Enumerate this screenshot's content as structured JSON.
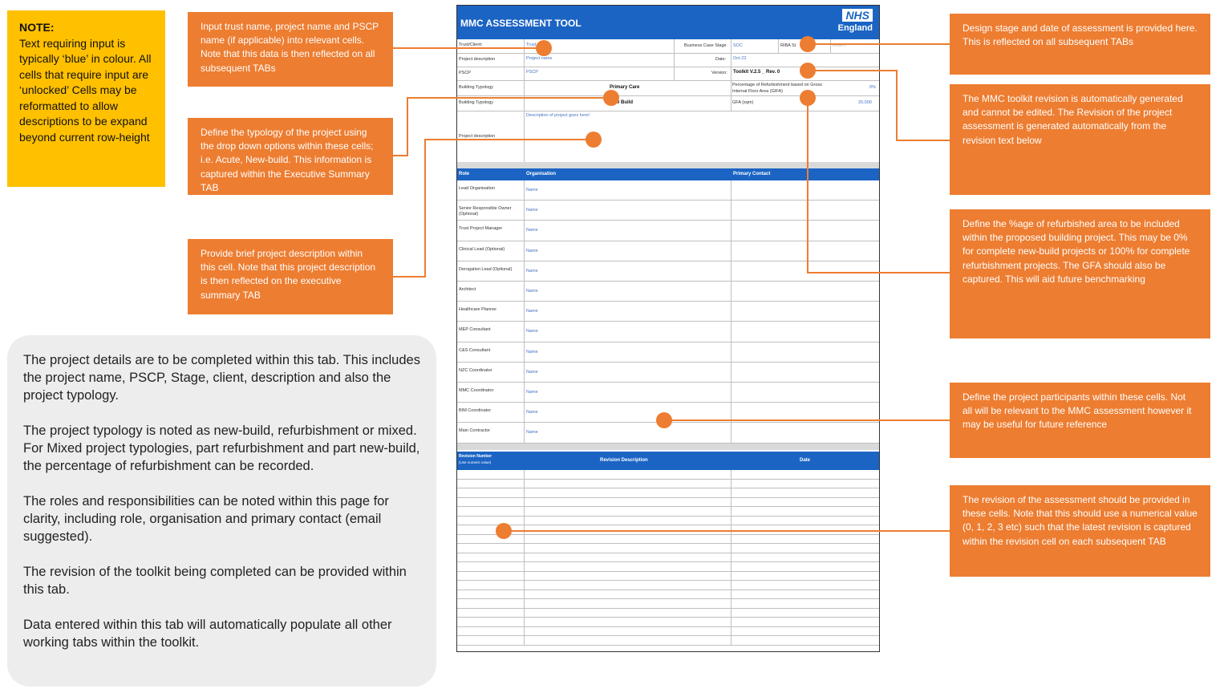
{
  "note": {
    "title": "NOTE:",
    "body": "Text requiring input is typically ‘blue’ in colour. All cells that require input are ‘unlocked’ Cells may be reformatted to allow descriptions to be expand beyond current row-height"
  },
  "callouts": {
    "trust": "Input trust name, project name and PSCP name (if applicable) into relevant cells. Note that this data is then reflected on all subsequent TABs",
    "typology": "Define the typology of the project using the drop down options within these cells; i.e. Acute, New-build. This information is captured within the Executive Summary TAB",
    "description": "Provide brief project description within this cell. Note that this project description is then reflected on the executive summary TAB",
    "design_stage": "Design stage and date of assessment is provided here. This is reflected on all subsequent TABs",
    "revision_auto": "The MMC toolkit revision is automatically generated and cannot be edited. The Revision of the project assessment is generated automatically from the revision text below",
    "refurb": "Define the %age of refurbished area to be included within the proposed building project. This may be 0% for complete new-build projects or 100% for complete refurbishment projects. The GFA should also be captured. This will aid future benchmarking",
    "participants": "Define the project participants within these cells. Not all will be relevant to the MMC assessment however it may be useful for future reference",
    "revision_cells": "The revision of the assessment should be provided in these cells. Note that this should use a numerical value (0, 1, 2, 3 etc) such that the latest revision is captured within the revision cell on each subsequent TAB"
  },
  "info_panel": {
    "p1": "The project details are to be completed within this tab. This includes the project name, PSCP, Stage, client, description and also the project typology.",
    "p2": "The project typology is noted as new-build, refurbishment or mixed. For Mixed project typologies, part refurbishment and part new-build, the percentage of refurbishment can be recorded.",
    "p3": "The roles and responsibilities can be noted within this page for clarity, including role, organisation and primary contact (email suggested).",
    "p4": "The revision of the toolkit being completed can be provided within this tab.",
    "p5": "Data entered within this tab will automatically populate all other working tabs within the toolkit."
  },
  "sheet": {
    "title": "MMC ASSESSMENT TOOL",
    "logo": "NHS",
    "logo_sub": "England",
    "trust_label": "Trust/Client:",
    "trust_value": "Trust",
    "project_label": "Project description",
    "project_value": "Project name",
    "pscp_label": "PSCP",
    "pscp_value": "PSCP",
    "typology_label_1": "Building Typology",
    "typology_value_1": "Primary Care",
    "typology_label_2": "Building Typology",
    "typology_value_2": "New Build",
    "desc_label": "Project description",
    "desc_value": "Description of project goes here!",
    "bcs_label": "Business Case Stage",
    "bcs_value": "SOC",
    "riba_label": "RIBA St",
    "riba_value": "RIBA 1",
    "date_label": "Date:",
    "date_value": "Oct-22",
    "version_label": "Version:",
    "version_value": "Toolkit V.2.5 _ Rev. 0",
    "refurb_label": "Percentage of Refurbishment based on Gross Internal Floor Area (GIFA)",
    "refurb_value": "0%",
    "gfa_label": "GFA (sqm)",
    "gfa_value": "20,000",
    "roles_header": {
      "role": "Role",
      "organisation": "Organisation",
      "contact": "Primary Contact"
    },
    "roles": [
      {
        "role": "Lead Organisation",
        "org": "Name"
      },
      {
        "role": "Senior Responsible Owner (Optional)",
        "org": "Name"
      },
      {
        "role": "Trust Project Manager",
        "org": "Name"
      },
      {
        "role": "Clinical Lead (Optional)",
        "org": "Name"
      },
      {
        "role": "Derogation Lead (Optional)",
        "org": "Name"
      },
      {
        "role": "Architect",
        "org": "Name"
      },
      {
        "role": "Healthcare Planner",
        "org": "Name"
      },
      {
        "role": "MEP Consultant",
        "org": "Name"
      },
      {
        "role": "C&S Consultant",
        "org": "Name"
      },
      {
        "role": "NZC Coordinator",
        "org": "Name"
      },
      {
        "role": "MMC Coordinator",
        "org": "Name"
      },
      {
        "role": "BIM Coordinator",
        "org": "Name"
      },
      {
        "role": "Main Contractor",
        "org": "Name"
      }
    ],
    "rev_header": {
      "number": "Revision Number",
      "number_sub": "(Use numeric value)",
      "description": "Revision Description",
      "date": "Date"
    }
  },
  "colors": {
    "callout": "#ed7d31",
    "note": "#ffc000",
    "sheet_blue": "#1b64c4",
    "panel": "#ededed"
  }
}
